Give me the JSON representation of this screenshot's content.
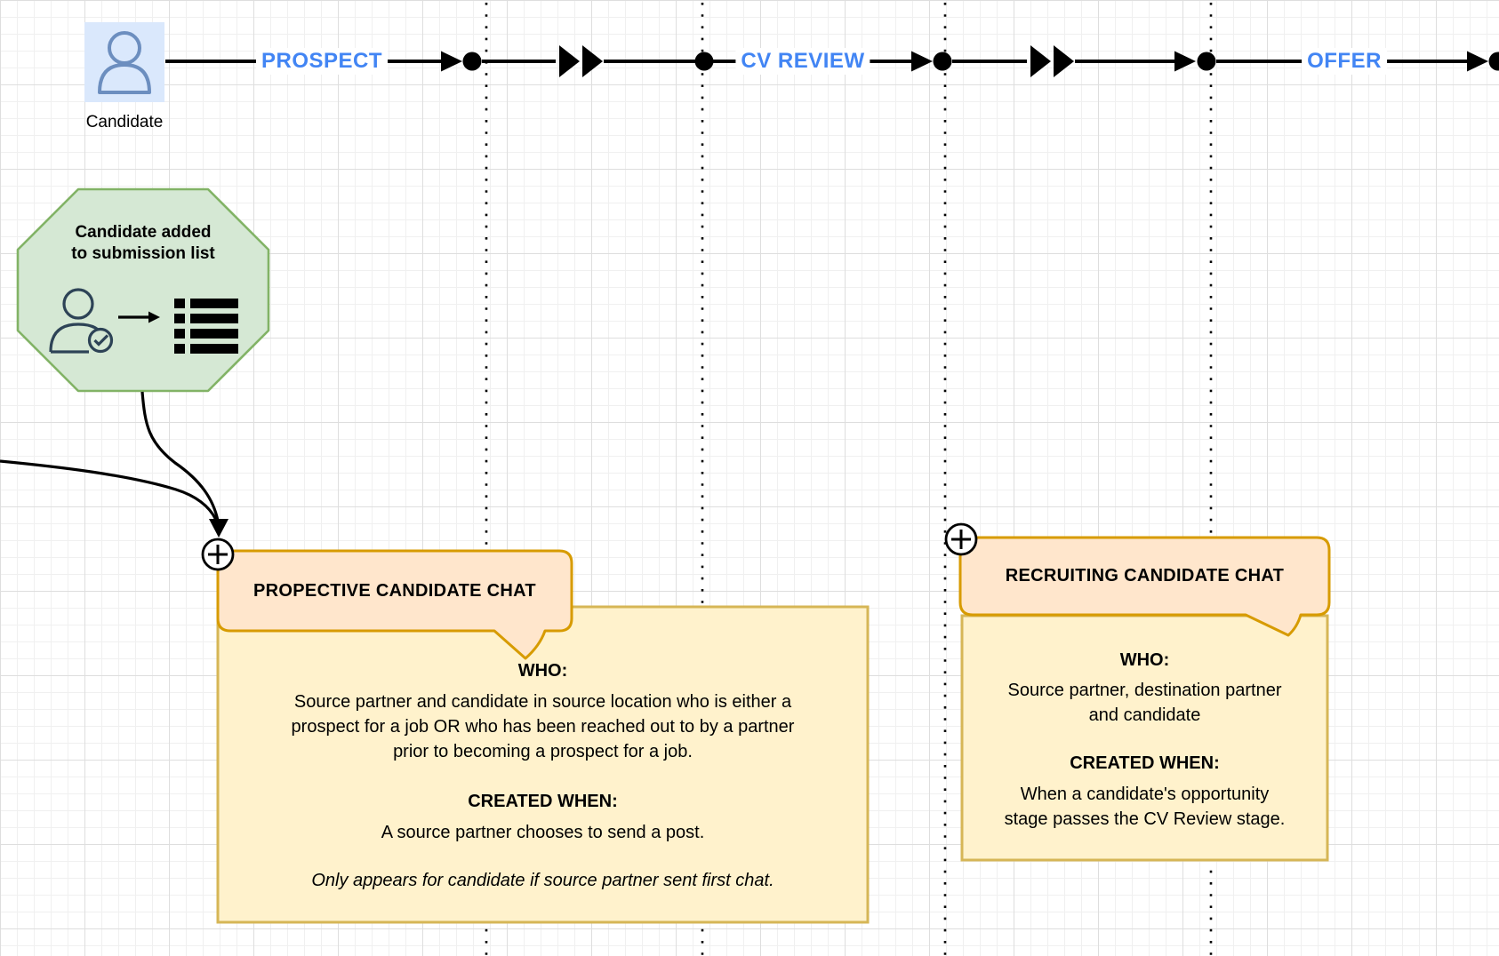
{
  "colors": {
    "stage_label_blue": "#4285f4",
    "octagon_fill": "#d5e8d4",
    "octagon_stroke": "#82b366",
    "bubble_fill": "#ffe6cc",
    "bubble_stroke": "#d79b00",
    "box_fill": "#fff2cc",
    "box_stroke": "#d6b656",
    "actor_fill": "#dae8fc",
    "actor_stroke": "#6c8ebf",
    "line_black": "#000000"
  },
  "actor": {
    "label": "Candidate"
  },
  "timeline": {
    "stages": [
      {
        "label": "PROSPECT"
      },
      {
        "label": "CV REVIEW"
      },
      {
        "label": "OFFER"
      }
    ]
  },
  "octagon": {
    "label": "Candidate added\nto submission list"
  },
  "callouts": {
    "prospective": {
      "title": "PROPECTIVE CANDIDATE CHAT",
      "who_heading": "WHO:",
      "who_body": "Source partner and candidate in source location who is either a\nprospect for a job OR who has been reached out to by a partner\nprior to becoming a prospect for a job.",
      "created_heading": "CREATED WHEN:",
      "created_body": "A source partner chooses to send a post.",
      "note": "Only appears for candidate if source partner sent first chat."
    },
    "recruiting": {
      "title": "RECRUITING CANDIDATE CHAT",
      "who_heading": "WHO:",
      "who_body": "Source partner, destination partner\nand candidate",
      "created_heading": "CREATED WHEN:",
      "created_body": "When a candidate's opportunity\nstage passes the CV Review stage."
    }
  }
}
